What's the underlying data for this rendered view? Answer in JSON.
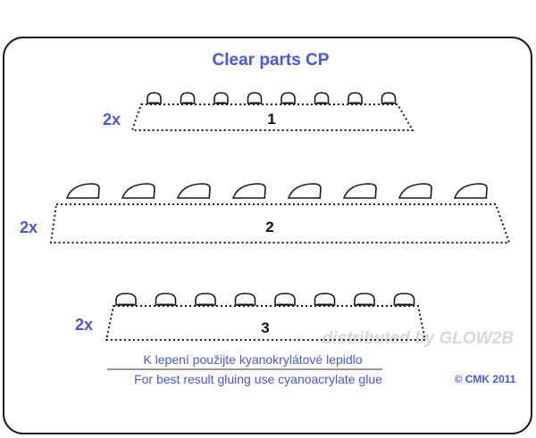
{
  "sheet": {
    "title": "Clear parts CP",
    "parts": [
      {
        "number": "1",
        "quantity": "2x",
        "blister_count": 8,
        "blister_shape": "dome"
      },
      {
        "number": "2",
        "quantity": "2x",
        "blister_count": 8,
        "blister_shape": "teardrop"
      },
      {
        "number": "3",
        "quantity": "2x",
        "blister_count": 8,
        "blister_shape": "dome"
      }
    ],
    "instructions": {
      "czech": "K lepení použijte kyanokrylátové lepidlo",
      "english": "For best result gluing use cyanoacrylate glue"
    },
    "copyright": "© CMK 2011",
    "watermark": "distributed by GLOW2B"
  },
  "colors": {
    "accent_blue": "#4a55e0",
    "outline": "#1a1a1a",
    "watermark": "#d8d8d8"
  }
}
